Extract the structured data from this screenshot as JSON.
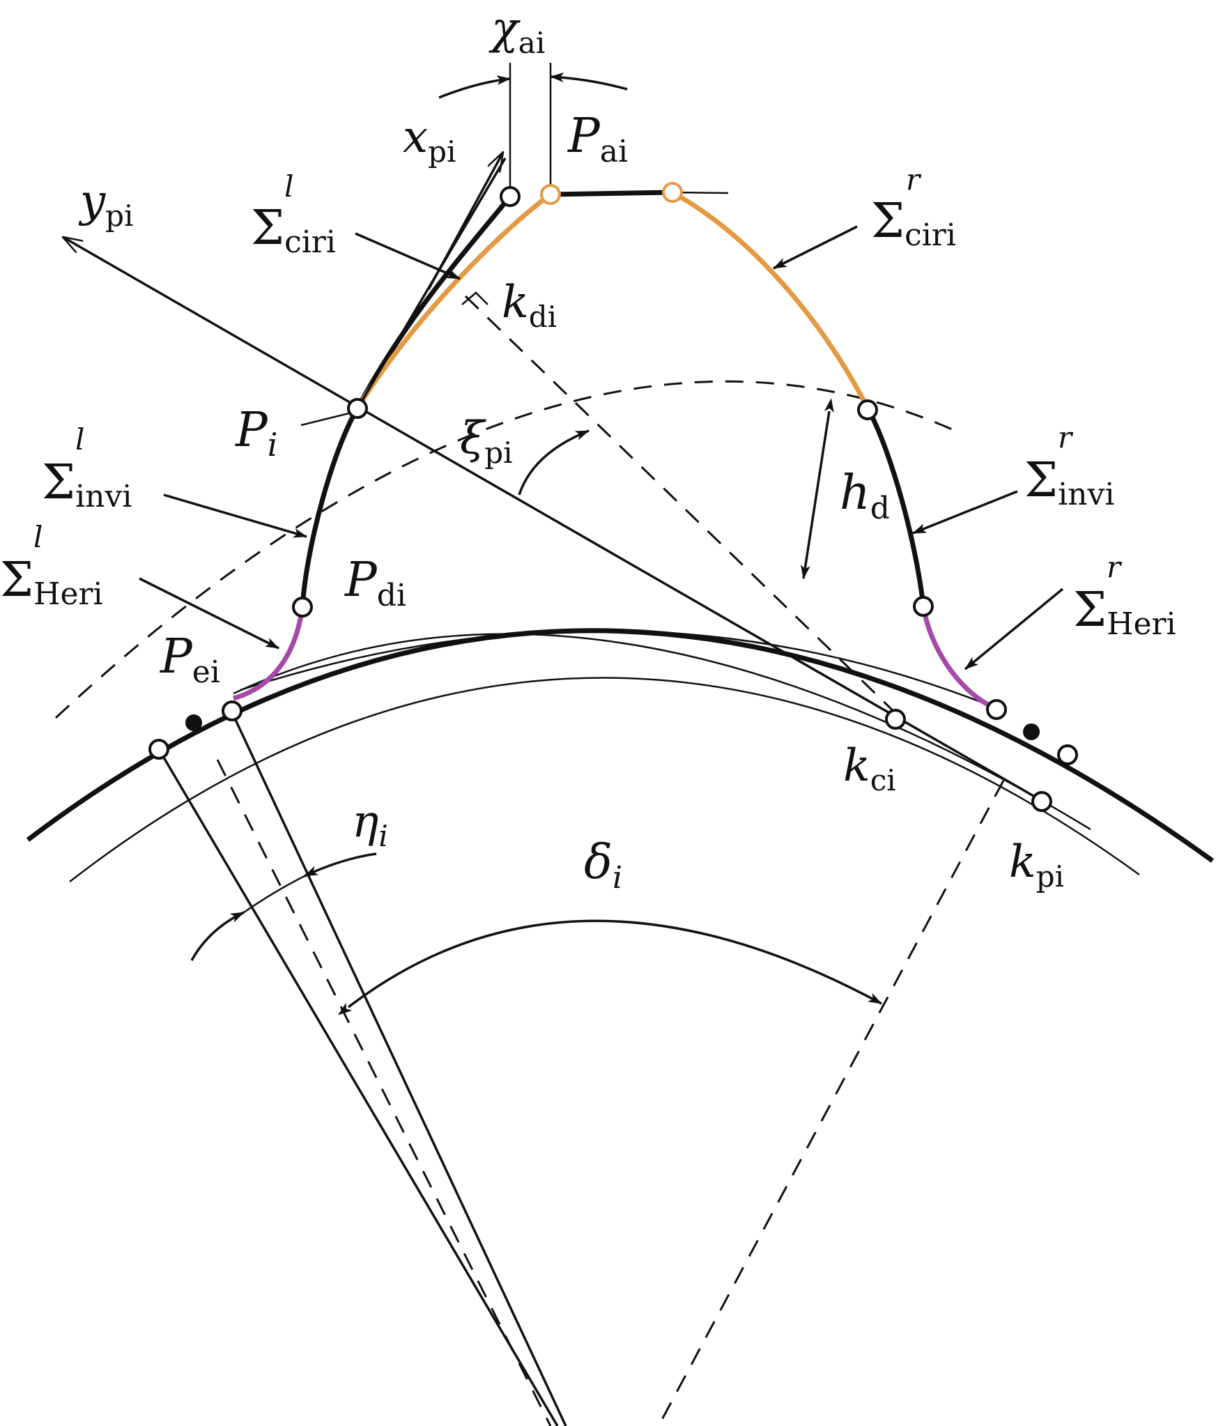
{
  "diagram": {
    "colors": {
      "line": "#111111",
      "tip_arc": "#e49a42",
      "root_fillet": "#a54aa8",
      "background": "#ffffff"
    },
    "labels": {
      "chi_ai": {
        "main": "χ",
        "sub": "ai"
      },
      "x_pi": {
        "main": "x",
        "sub": "pi"
      },
      "P_ai": {
        "main": "P",
        "sub": "ai"
      },
      "y_pi": {
        "main": "y",
        "sub": "pi"
      },
      "sigma_ciri_l": {
        "main": "Σ",
        "sub": "ciri",
        "sup": "l"
      },
      "sigma_ciri_r": {
        "main": "Σ",
        "sub": "ciri",
        "sup": "r"
      },
      "k_di": {
        "main": "k",
        "sub": "di"
      },
      "P_i": {
        "main": "P",
        "sub": "i"
      },
      "xi_pi": {
        "main": "ξ",
        "sub": "pi"
      },
      "sigma_invi_l": {
        "main": "Σ",
        "sub": "invi",
        "sup": "l"
      },
      "sigma_invi_r": {
        "main": "Σ",
        "sub": "invi",
        "sup": "r"
      },
      "h_d": {
        "main": "h",
        "sub": "d"
      },
      "sigma_heri_l": {
        "main": "Σ",
        "sub": "Heri",
        "sup": "l"
      },
      "sigma_heri_r": {
        "main": "Σ",
        "sub": "Heri",
        "sup": "r"
      },
      "P_di": {
        "main": "P",
        "sub": "di"
      },
      "P_ei": {
        "main": "P",
        "sub": "ei"
      },
      "k_ci": {
        "main": "k",
        "sub": "ci"
      },
      "k_pi": {
        "main": "k",
        "sub": "pi"
      },
      "eta_i": {
        "main": "η",
        "sub": "i"
      },
      "delta_i": {
        "main": "δ",
        "sub": "i"
      }
    }
  }
}
